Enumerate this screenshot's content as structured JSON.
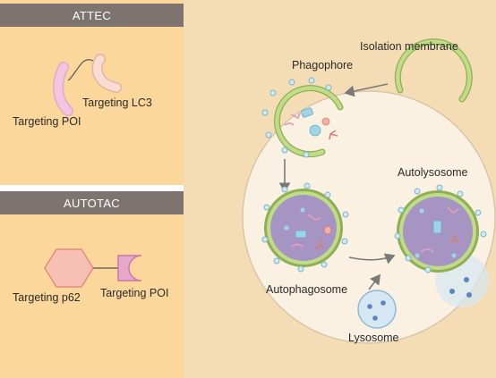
{
  "attec": {
    "header": "ATTEC",
    "label_poi": "Targeting POI",
    "label_lc3": "Targeting LC3"
  },
  "autotac": {
    "header": "AUTOTAC",
    "label_p62": "Targeting p62",
    "label_poi": "Targeting POI"
  },
  "process": {
    "isolation_membrane": "Isolation membrane",
    "phagophore": "Phagophore",
    "autophagosome": "Autophagosome",
    "autolysosome": "Autolysosome",
    "lysosome": "Lysosome"
  },
  "colors": {
    "panel_bg": "#fbd79b",
    "header_bg": "#7d7470",
    "cell_bg": "#fbf1e2",
    "membrane": "#b5d27a",
    "vesicle_fill": "#a694c2",
    "lysosome_fill": "#d5e7f2",
    "poi_ligand": "#f2b8d6",
    "lc3_ligand": "#f7d4c8",
    "p62_ligand": "#f8c0b4",
    "poi_ligand_autotac": "#e7a9cb"
  },
  "icons": [
    "attec-poi-ligand-icon",
    "attec-lc3-ligand-icon",
    "p62-ligand-hexagon-icon",
    "poi-ligand-icon",
    "cargo-icon"
  ]
}
